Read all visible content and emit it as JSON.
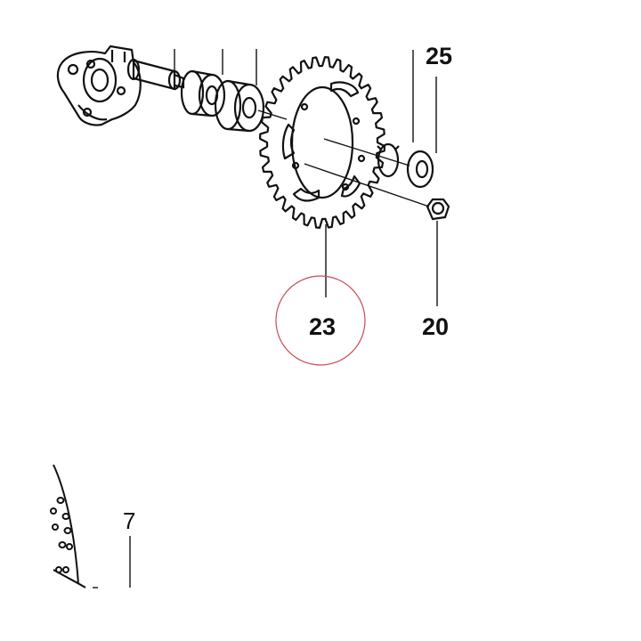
{
  "diagram": {
    "callouts": [
      {
        "id": "c25",
        "label": "25"
      },
      {
        "id": "c23",
        "label": "23"
      },
      {
        "id": "c20",
        "label": "20"
      },
      {
        "id": "c7",
        "label": "7"
      }
    ],
    "highlight": {
      "target": "23",
      "color": "#c84a55"
    },
    "colors": {
      "line": "#111111",
      "background": "#ffffff"
    }
  }
}
